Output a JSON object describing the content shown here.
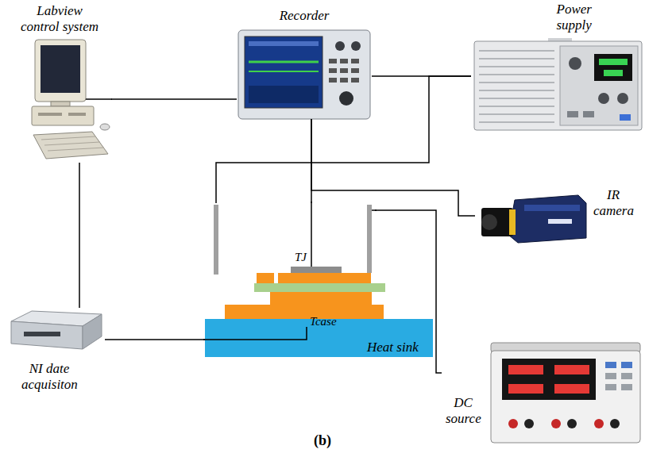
{
  "diagram": {
    "caption": "(b)",
    "nodes": [
      {
        "text": [
          "Labview control system"
        ]
      },
      {
        "text": [
          "Recorder"
        ]
      },
      {
        "text": [
          "Power supply"
        ]
      },
      {
        "text": [
          "IR camera"
        ]
      },
      {
        "text": [
          "NI date acquisiton"
        ]
      },
      {
        "text": [
          "DC source"
        ]
      },
      {
        "text": [
          "TJ"
        ]
      },
      {
        "text": [
          "Heat sink"
        ]
      }
    ],
    "edges": [
      {
        "from": 0,
        "to": 1,
        "arrow": "none"
      },
      {
        "from": 0,
        "to": 4,
        "arrow": "none"
      },
      {
        "from": 1,
        "to": 2,
        "arrow": "none"
      },
      {
        "from": 2,
        "to": 6,
        "arrow": "none"
      },
      {
        "from": 1,
        "to": 3,
        "arrow": "none"
      },
      {
        "from": 1,
        "to": 6,
        "arrow": "none"
      },
      {
        "from": 5,
        "to": 6,
        "arrow": "none"
      },
      {
        "from": 4,
        "to": 7,
        "arrow": "none"
      }
    ],
    "labels": [
      "Tcase"
    ]
  }
}
